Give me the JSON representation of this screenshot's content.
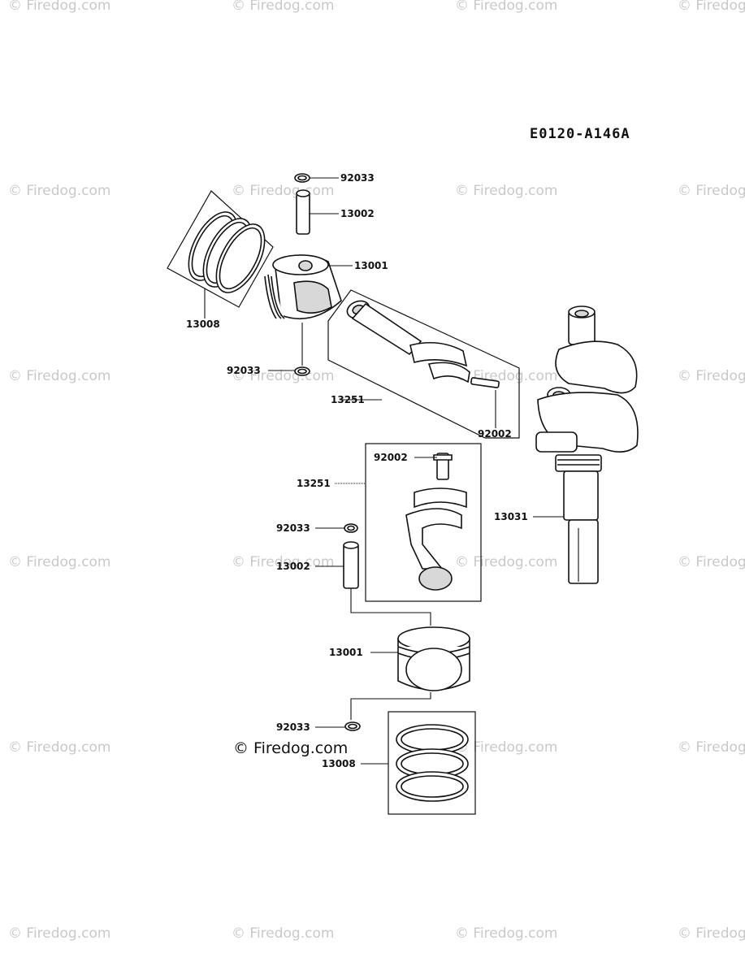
{
  "diagram_code": "E0120-A146A",
  "credit": "© Firedog.com",
  "watermark": "© Firedog.com",
  "callouts": {
    "top_snap_ring_upper": "92033",
    "top_pin": "13002",
    "top_piston": "13001",
    "top_rings": "13008",
    "top_snap_ring_lower": "92033",
    "top_rod_assy": "13251",
    "top_rod_bolt": "92002",
    "crankshaft": "13031",
    "lower_rod_bolt": "92002",
    "lower_rod_assy": "13251",
    "lower_snap_ring_upper": "92033",
    "lower_pin": "13002",
    "lower_piston": "13001",
    "lower_snap_ring_lower": "92033",
    "lower_rings": "13008"
  }
}
